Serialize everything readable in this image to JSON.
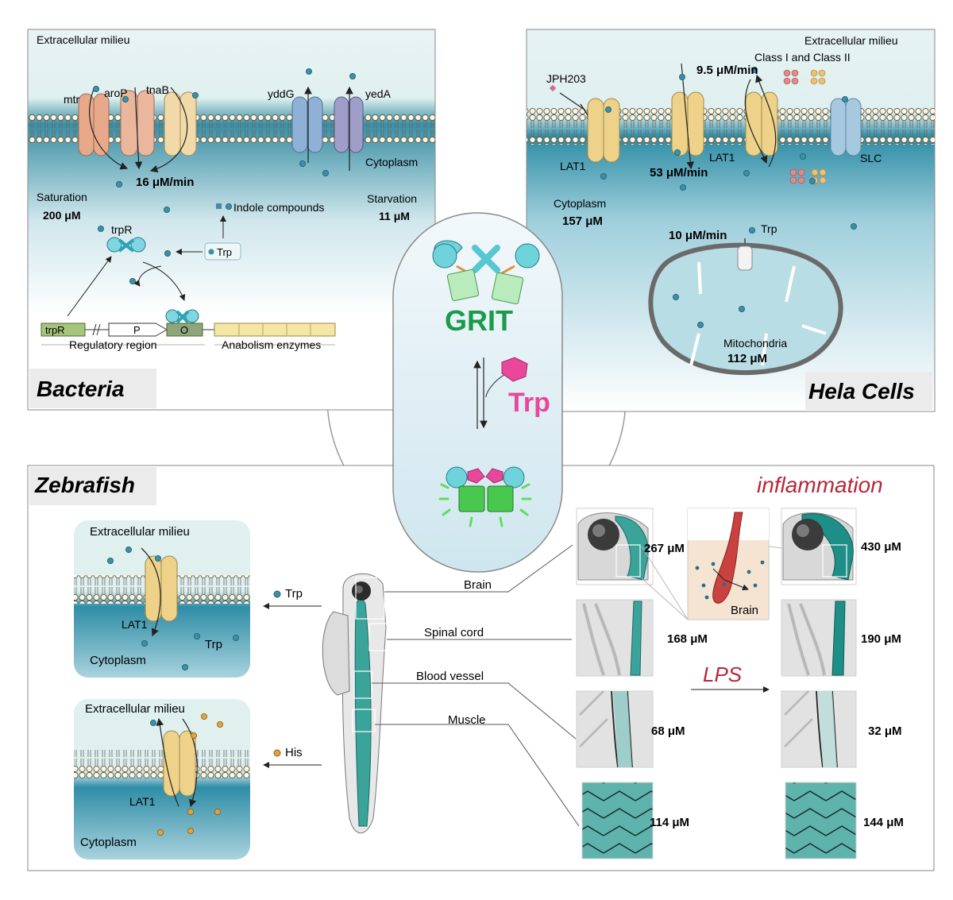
{
  "bacteria": {
    "title": "Bacteria",
    "extracellular": "Extracellular milieu",
    "transporters": [
      "mtr",
      "aroP",
      "tnaB",
      "yddG",
      "yedA"
    ],
    "cytoplasm": "Cytoplasm",
    "rate": "16 μM/min",
    "saturation_label": "Saturation",
    "saturation_value": "200 μM",
    "starvation_label": "Starvation",
    "starvation_value": "11 μM",
    "indole": "Indole compounds",
    "trpR": "trpR",
    "trp": "Trp",
    "gene_trpR": "trpR",
    "gene_P": "P",
    "gene_O": "O",
    "regulatory_region": "Regulatory region",
    "anabolism": "Anabolism enzymes"
  },
  "hela": {
    "title": "Hela Cells",
    "extracellular": "Extracellular milieu",
    "class_label": "Class I and Class II",
    "inhibitor": "JPH203",
    "lat1_left": "LAT1",
    "lat1_mid": "LAT1",
    "slc": "SLC",
    "rate_in": "9.5 μM/min",
    "rate_out": "53 μM/min",
    "cytoplasm_label": "Cytoplasm",
    "cytoplasm_value": "157 μM",
    "mito_rate": "10 μM/min",
    "mito_trp": "Trp",
    "mito_label": "Mitochondria",
    "mito_value": "112 μM"
  },
  "center": {
    "sensor": "GRIT",
    "ligand": "Trp"
  },
  "zebrafish": {
    "title": "Zebrafish",
    "inflammation": "inflammation",
    "lps": "LPS",
    "panel_trp": {
      "extracellular": "Extracellular milieu",
      "lat1": "LAT1",
      "trp": "Trp",
      "cytoplasm": "Cytoplasm",
      "arrow_label": "Trp"
    },
    "panel_his": {
      "extracellular": "Extracellular milieu",
      "lat1": "LAT1",
      "cytoplasm": "Cytoplasm",
      "arrow_label": "His"
    },
    "tissues": [
      {
        "name": "Brain",
        "control": "267 μM",
        "inflamed": "430 μM"
      },
      {
        "name": "Spinal cord",
        "control": "168 μM",
        "inflamed": "190 μM"
      },
      {
        "name": "Blood vessel",
        "control": "68 μM",
        "inflamed": "32 μM"
      },
      {
        "name": "Muscle",
        "control": "114 μM",
        "inflamed": "144 μM"
      }
    ],
    "inset_brain": "Brain"
  },
  "colors": {
    "membrane_blue": "#2e8ea8",
    "trp_dot": "#3b8fa6",
    "grit_green": "#1a9b4a",
    "trp_pink": "#e8479a",
    "inflammation_red": "#b5283a",
    "lat1_yellow": "#efd28a",
    "his_dot": "#e2a33a"
  }
}
